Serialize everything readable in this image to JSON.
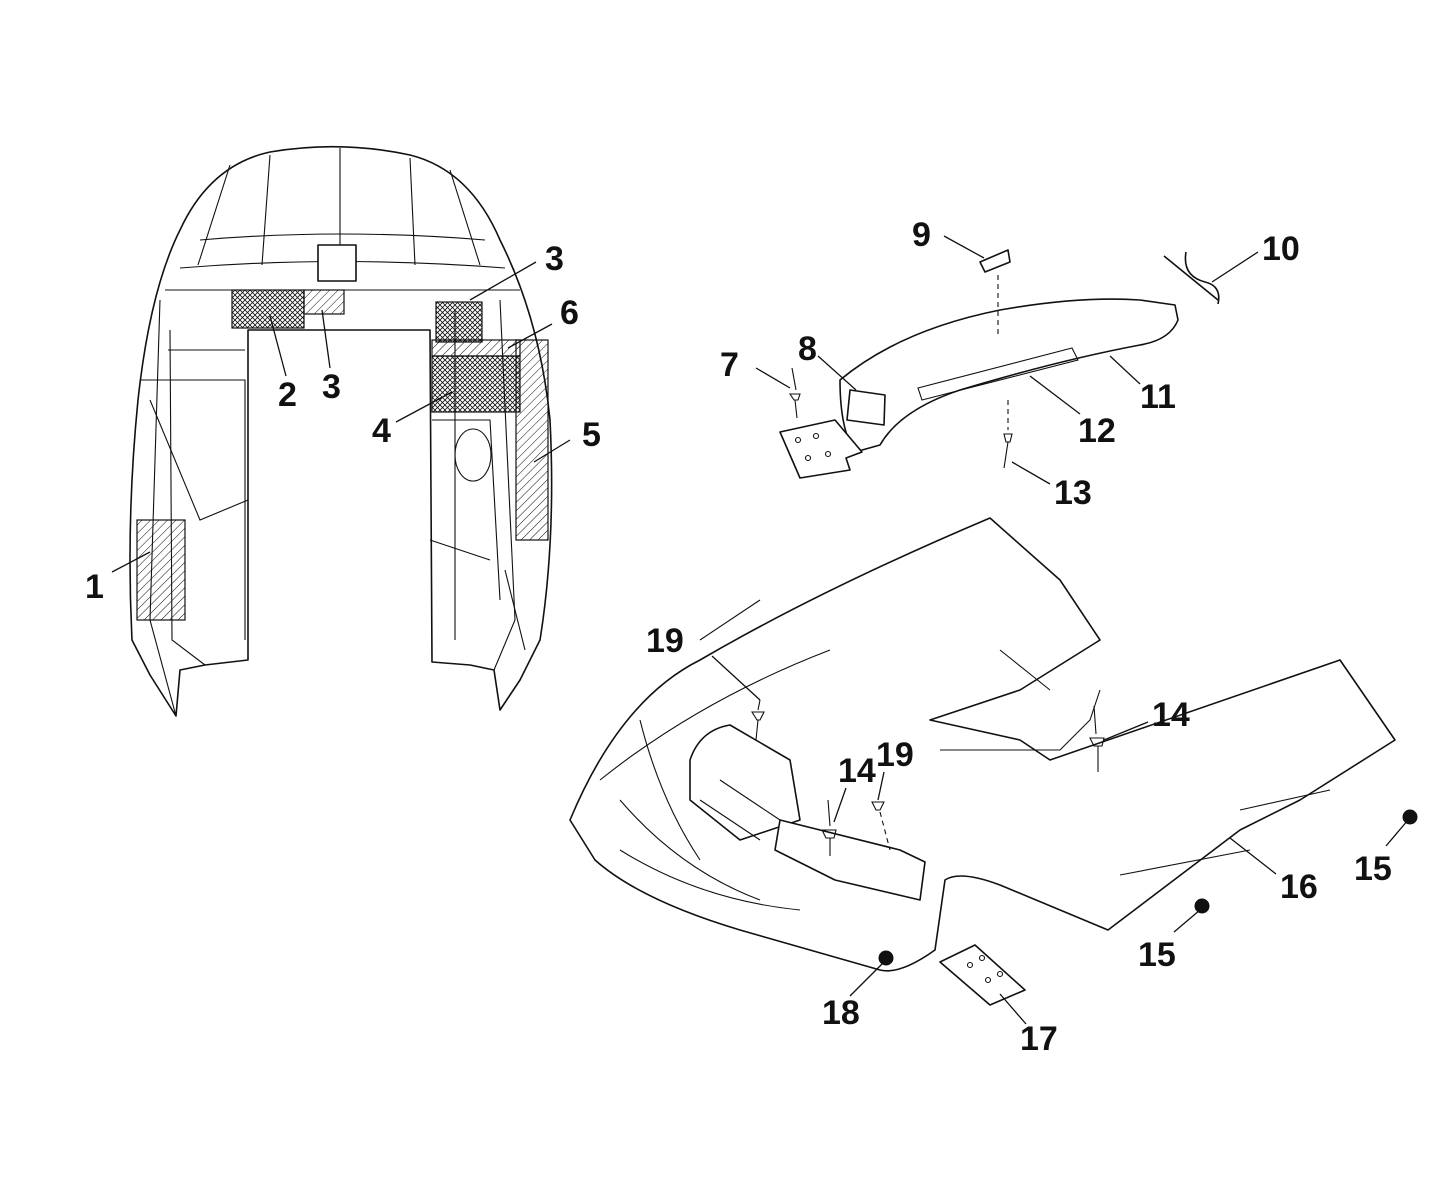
{
  "callouts": [
    {
      "label": "1"
    },
    {
      "label": "2"
    },
    {
      "label": "3"
    },
    {
      "label": "3"
    },
    {
      "label": "4"
    },
    {
      "label": "5"
    },
    {
      "label": "6"
    },
    {
      "label": "7"
    },
    {
      "label": "8"
    },
    {
      "label": "9"
    },
    {
      "label": "10"
    },
    {
      "label": "11"
    },
    {
      "label": "12"
    },
    {
      "label": "13"
    },
    {
      "label": "14"
    },
    {
      "label": "14"
    },
    {
      "label": "15"
    },
    {
      "label": "15"
    },
    {
      "label": "16"
    },
    {
      "label": "17"
    },
    {
      "label": "18"
    },
    {
      "label": "19"
    },
    {
      "label": "19"
    }
  ]
}
